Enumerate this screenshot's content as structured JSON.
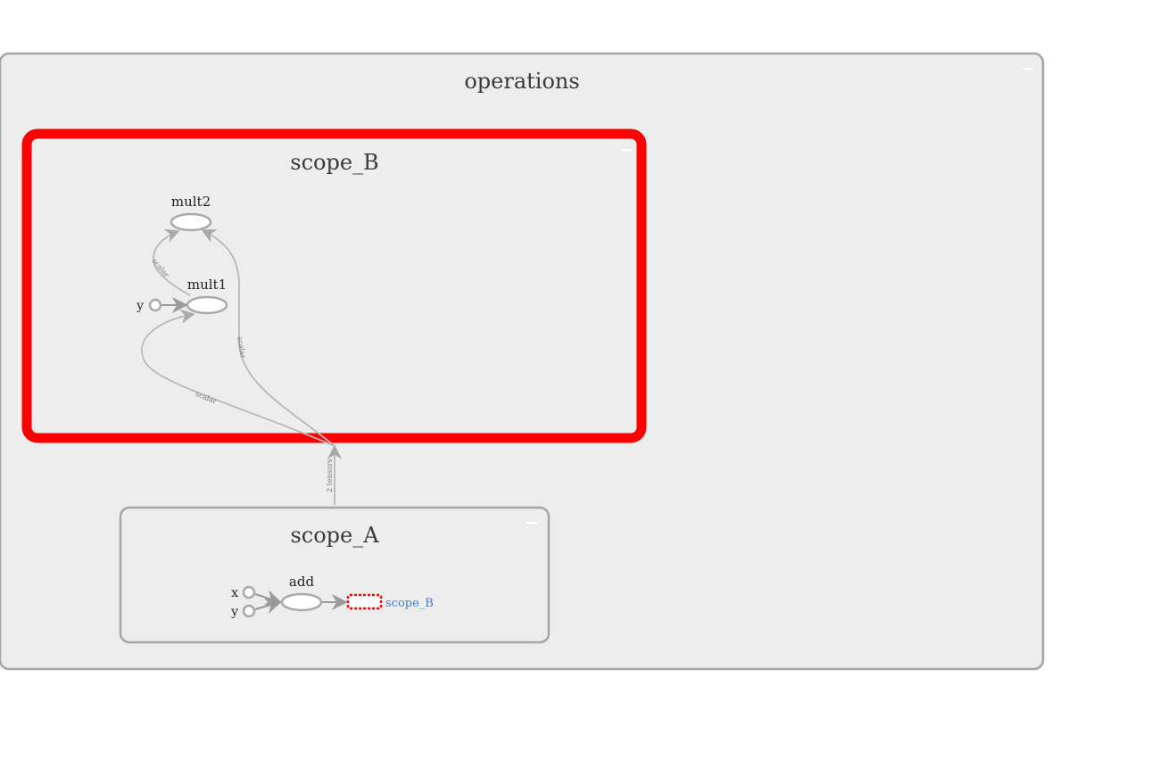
{
  "groups": {
    "operations": {
      "title": "operations",
      "collapse_icon": "minus-icon"
    },
    "scope_B": {
      "title": "scope_B",
      "collapse_icon": "minus-icon",
      "highlight_color": "#ff0000"
    },
    "scope_A": {
      "title": "scope_A",
      "collapse_icon": "minus-icon"
    }
  },
  "nodes": {
    "mult2": "mult2",
    "mult1": "mult1",
    "y_b": "y",
    "add": "add",
    "x_a": "x",
    "y_a": "y",
    "scope_b_ref": "scope_B"
  },
  "edges": {
    "mult1_to_mult2": "scalar",
    "a_to_mult2": "scalar",
    "a_to_mult1": "scalar",
    "a_to_b": "2 tensors"
  },
  "colors": {
    "background": "#ededed",
    "border": "#a6a6a6",
    "highlight": "#ff0000",
    "link": "#3a7fd5",
    "edge": "#b8b8b8"
  }
}
